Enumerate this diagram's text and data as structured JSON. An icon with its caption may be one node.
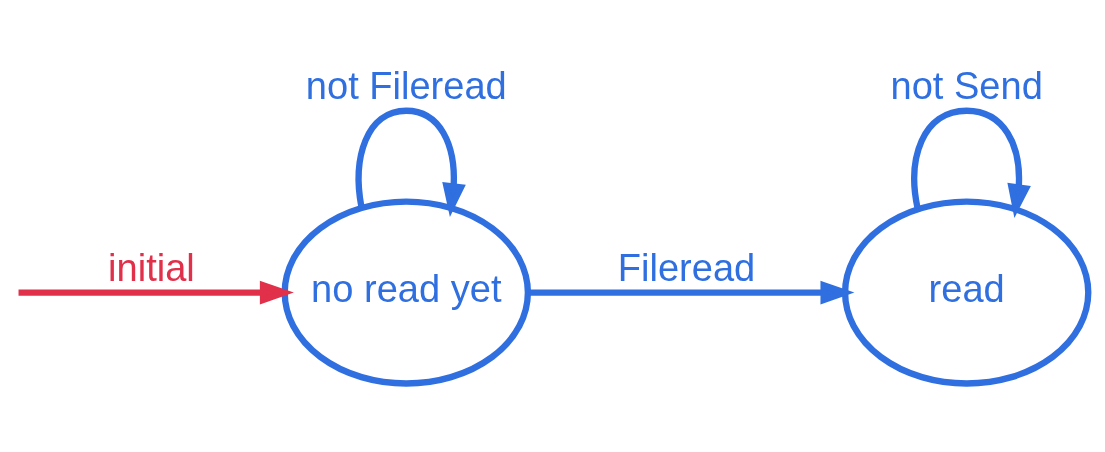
{
  "diagram": {
    "nodes": [
      {
        "text": [
          "no read yet"
        ]
      },
      {
        "text": [
          "read"
        ]
      }
    ],
    "edges": [
      {
        "from": null,
        "to": 0,
        "arrow": "to",
        "label": "initial",
        "color": "#e0304a"
      },
      {
        "from": 0,
        "to": 0,
        "arrow": "to",
        "label": "not Fileread"
      },
      {
        "from": 0,
        "to": 1,
        "arrow": "to",
        "label": "Fileread"
      },
      {
        "from": 1,
        "to": 1,
        "arrow": "to",
        "label": "not Send"
      }
    ]
  }
}
